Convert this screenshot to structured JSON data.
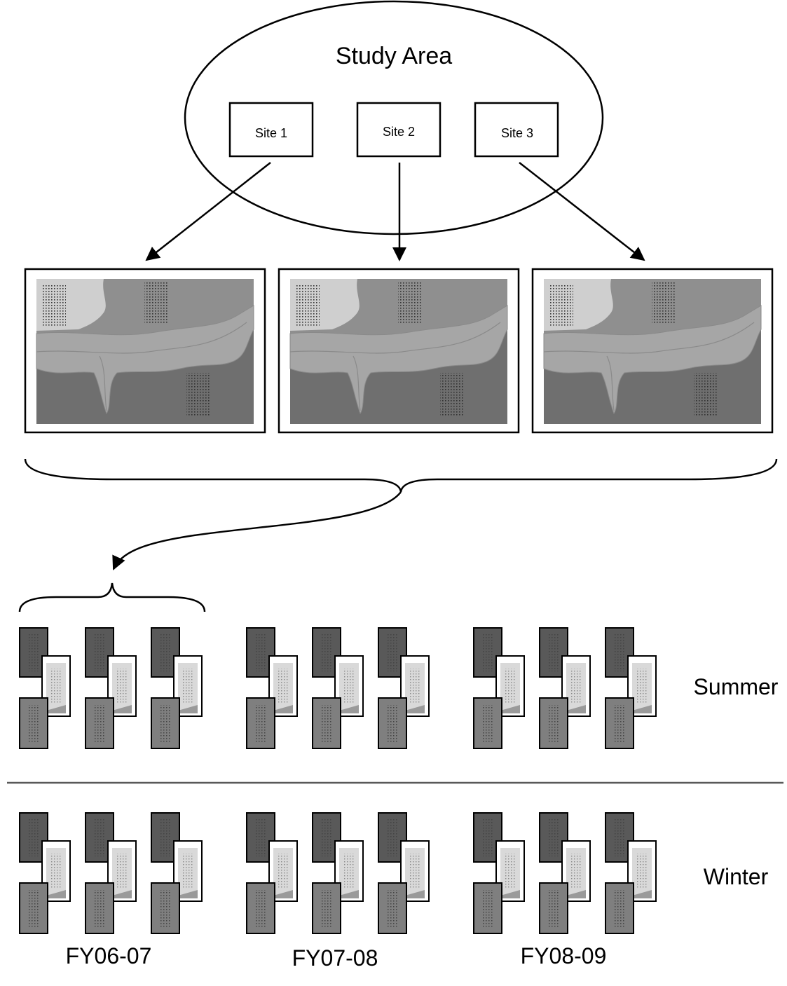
{
  "study_area": {
    "title": "Study Area",
    "sites": [
      "Site 1",
      "Site 2",
      "Site 3"
    ]
  },
  "seasons": [
    "Summer",
    "Winter"
  ],
  "fiscal_years": [
    "FY06-07",
    "FY07-08",
    "FY08-09"
  ],
  "colors": {
    "ink": "#000000",
    "water": "#a6a6a6",
    "land_light": "#cfcfcf",
    "land_mid": "#8f8f8f",
    "land_dark": "#6f6f6f",
    "card_dark": "#595959",
    "card_mid": "#7f7f7f",
    "card_light": "#d9d9d9",
    "divider": "#595959"
  }
}
